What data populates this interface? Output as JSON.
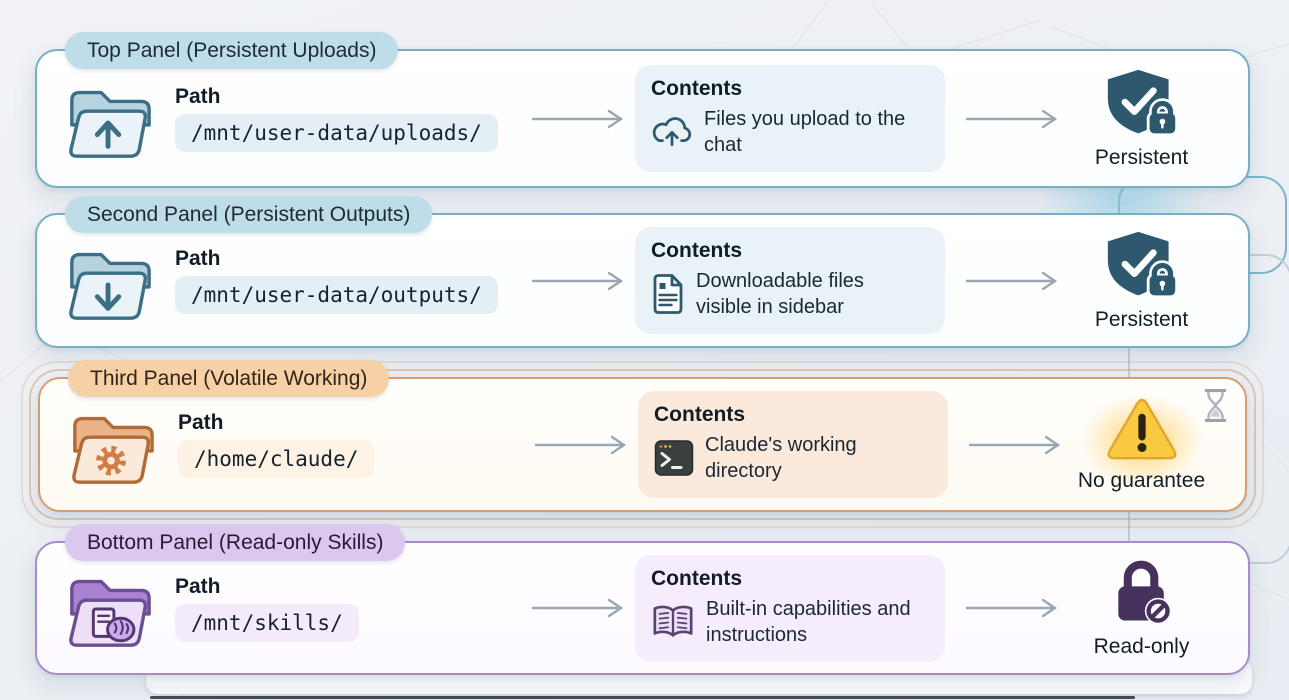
{
  "panels": [
    {
      "label": "Top Panel (Persistent Uploads)",
      "path_label": "Path",
      "path": "/mnt/user-data/uploads/",
      "contents_label": "Contents",
      "contents_text": "Files you upload to the chat",
      "status": "Persistent",
      "theme": "teal",
      "folder_icon": "folder-upload-icon",
      "contents_icon": "cloud-upload-icon",
      "status_icon": "shield-check-lock-icon"
    },
    {
      "label": "Second Panel (Persistent Outputs)",
      "path_label": "Path",
      "path": "/mnt/user-data/outputs/",
      "contents_label": "Contents",
      "contents_text": "Downloadable files visible in sidebar",
      "status": "Persistent",
      "theme": "teal",
      "folder_icon": "folder-download-icon",
      "contents_icon": "document-icon",
      "status_icon": "shield-check-lock-icon"
    },
    {
      "label": "Third Panel (Volatile Working)",
      "path_label": "Path",
      "path": "/home/claude/",
      "contents_label": "Contents",
      "contents_text": "Claude's working directory",
      "status": "No guarantee",
      "theme": "orange",
      "folder_icon": "folder-gear-icon",
      "contents_icon": "terminal-icon",
      "status_icon": "warning-triangle-icon",
      "corner_icon": "hourglass-icon"
    },
    {
      "label": "Bottom Panel (Read-only Skills)",
      "path_label": "Path",
      "path": "/mnt/skills/",
      "contents_label": "Contents",
      "contents_text": "Built-in capabilities and instructions",
      "status": "Read-only",
      "theme": "purple",
      "folder_icon": "folder-skills-icon",
      "contents_icon": "open-book-icon",
      "status_icon": "lock-prohibited-icon"
    }
  ],
  "colors": {
    "background": "#edeff4",
    "teal_border": "#74b0c6",
    "teal_pill": "#bedde9",
    "teal_ink": "#2d586d",
    "orange_border": "#d89c6d",
    "orange_pill": "#f6d1a6",
    "purple_border": "#a78cc9",
    "purple_pill": "#dcc8ef",
    "warning_yellow": "#f9c940",
    "lock_purple": "#46325c",
    "arrow_gray": "#9aa6b3"
  }
}
